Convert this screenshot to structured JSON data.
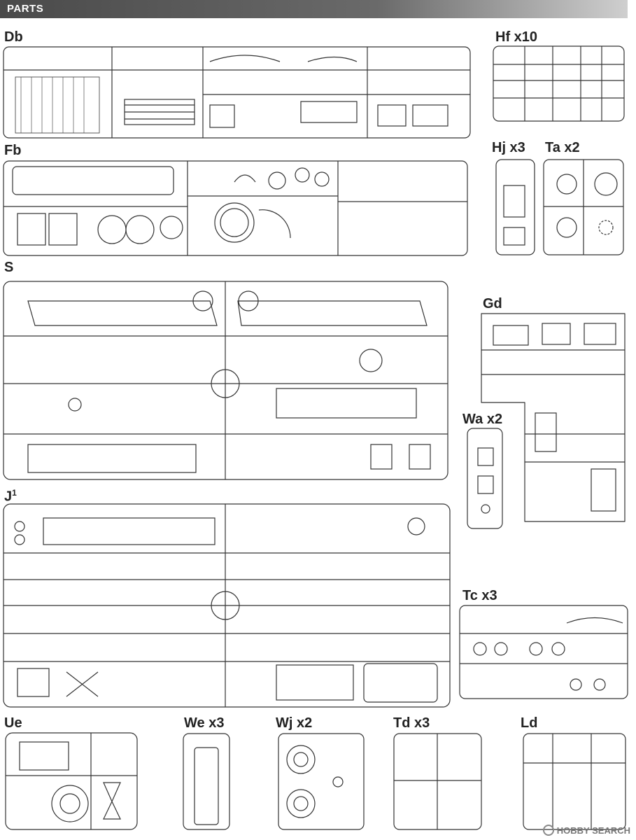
{
  "header": {
    "title": "PARTS"
  },
  "sprues": [
    {
      "id": "db",
      "label": "Db"
    },
    {
      "id": "hf",
      "label": "Hf x10"
    },
    {
      "id": "fb",
      "label": "Fb"
    },
    {
      "id": "hj",
      "label": "Hj x3"
    },
    {
      "id": "ta",
      "label": "Ta x2"
    },
    {
      "id": "s",
      "label": "S"
    },
    {
      "id": "gd",
      "label": "Gd"
    },
    {
      "id": "wa",
      "label": "Wa x2"
    },
    {
      "id": "j1",
      "label": "J",
      "superscript": "1"
    },
    {
      "id": "tc",
      "label": "Tc x3"
    },
    {
      "id": "ue",
      "label": "Ue"
    },
    {
      "id": "we",
      "label": "We x3"
    },
    {
      "id": "wj",
      "label": "Wj x2"
    },
    {
      "id": "td",
      "label": "Td x3"
    },
    {
      "id": "ld",
      "label": "Ld"
    }
  ],
  "watermark": {
    "text": "HOBBY SEARCH"
  }
}
